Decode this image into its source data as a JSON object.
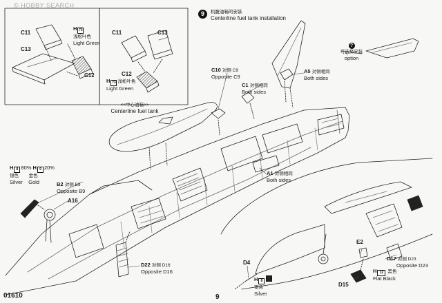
{
  "watermark": "© HOBBY SEARCH",
  "step": {
    "number": "9",
    "title_cn": "机腹油箱的安装",
    "title_en": "Centerline fuel tank installation"
  },
  "inset_left": {
    "c11": "C11",
    "c13": "C13",
    "c12": "C12",
    "paint_code": "H",
    "paint_num": "73",
    "paint_cn": "浅松叶色",
    "paint_en": "Light Green"
  },
  "inset_mid": {
    "c11": "C11",
    "c13": "C13",
    "c12": "C12",
    "paint_code": "H",
    "paint_num": "73",
    "paint_cn": "浅松叶色",
    "paint_en": "Light Green"
  },
  "option": {
    "mark": "?",
    "cn": "可选择安装",
    "en": "option"
  },
  "parts": {
    "c10": "C10",
    "c10_opposite": "对侧 C9",
    "c10_opposite_en": "Opposite C9",
    "c1": "C1",
    "c1_cn": "对侧相同",
    "c1_en": "Both sides",
    "a5": "A5",
    "a5_cn": "对侧相同",
    "a5_en": "Both sides",
    "tank_cn": "<<中心油箱>>",
    "tank_en": "Centerline fuel tank",
    "a1": "A1",
    "a1_cn": "对侧相同",
    "a1_en": "Both sides",
    "b2": "B2",
    "b2_opposite": "对侧 B9",
    "b2_opposite_en": "Opposite B9",
    "a16": "A16",
    "d22": "D22",
    "d22_opposite": "对侧 D16",
    "d22_opposite_en": "Opposite D16",
    "d17": "D17",
    "d17_opposite": "对侧 D23",
    "d17_opposite_en": "Opposite D23",
    "d4": "D4",
    "d15": "D15",
    "e2": "E2"
  },
  "paints": {
    "silver_gold": {
      "h1": "H",
      "h1_num": "8",
      "h1_pct": "80%",
      "h2": "H",
      "h2_num": "9",
      "h2_pct": "20%",
      "silver_cn": "银色",
      "silver_en": "Silver",
      "gold_cn": "金色",
      "gold_en": "Gold"
    },
    "flat_black": {
      "code": "H",
      "num": "12",
      "cn": "黑色",
      "en": "Flat Black"
    },
    "silver": {
      "code": "H",
      "num": "8",
      "cn": "银色",
      "en": "Silver"
    }
  },
  "footer": {
    "code": "01610",
    "page": "9"
  },
  "colors": {
    "ink": "#1a1a1a",
    "paper": "#f7f7f5",
    "panel_line": "#555555"
  }
}
